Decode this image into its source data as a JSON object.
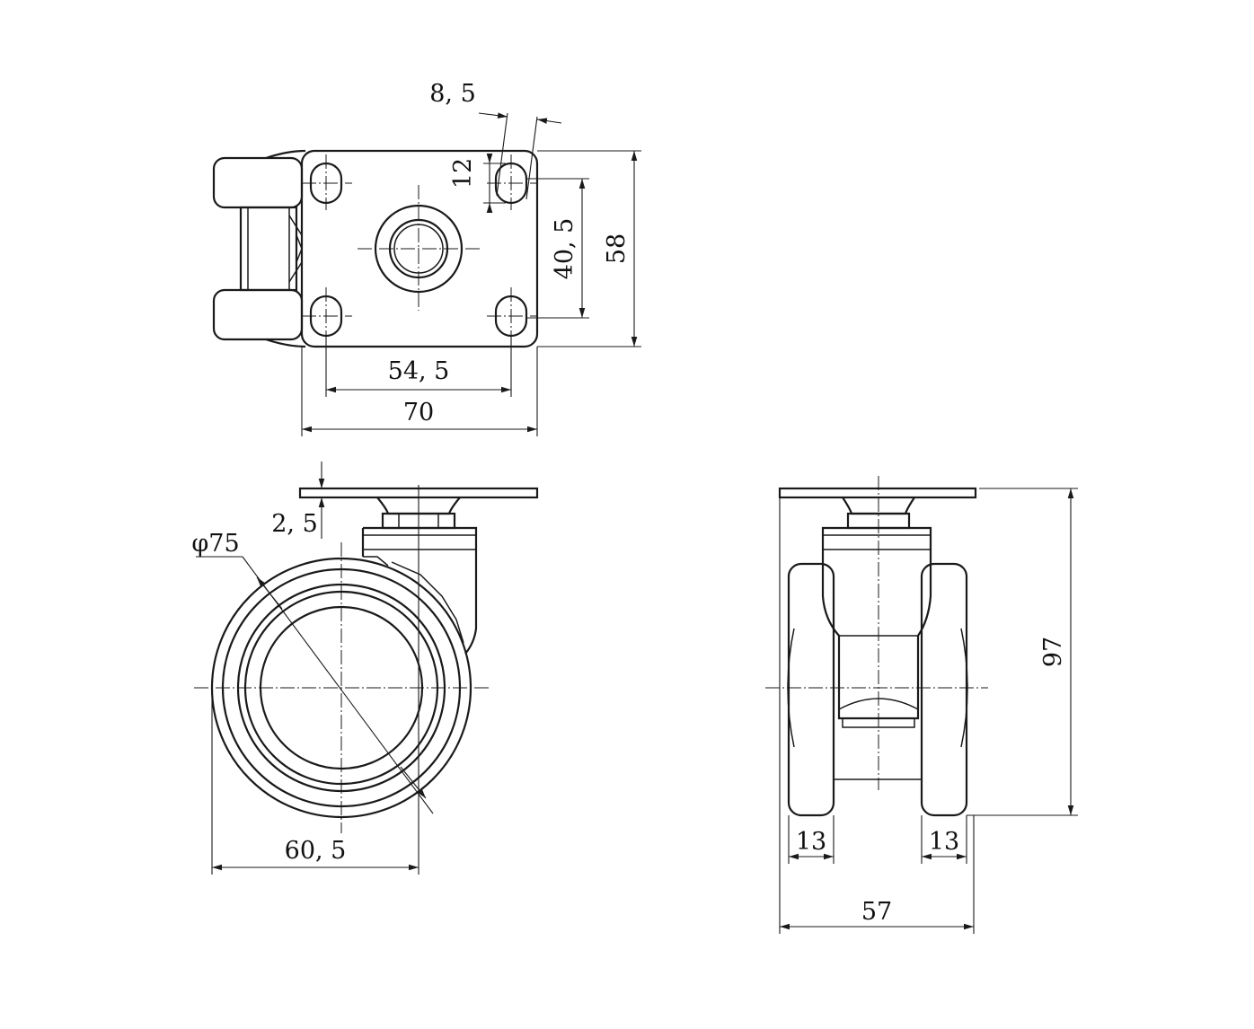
{
  "dimensions": {
    "hole_offset": "8, 5",
    "hole_slot": "12",
    "hole_pitch_v": "40, 5",
    "plate_height": "58",
    "hole_pitch_h": "54, 5",
    "plate_width": "70",
    "plate_thickness": "2, 5",
    "wheel_diameter": "φ75",
    "offset_width": "60, 5",
    "total_height": "97",
    "wheel_left_width": "13",
    "wheel_right_width": "13",
    "overall_width": "57"
  },
  "colors": {
    "line": "#1a1a1a",
    "background": "#ffffff"
  }
}
